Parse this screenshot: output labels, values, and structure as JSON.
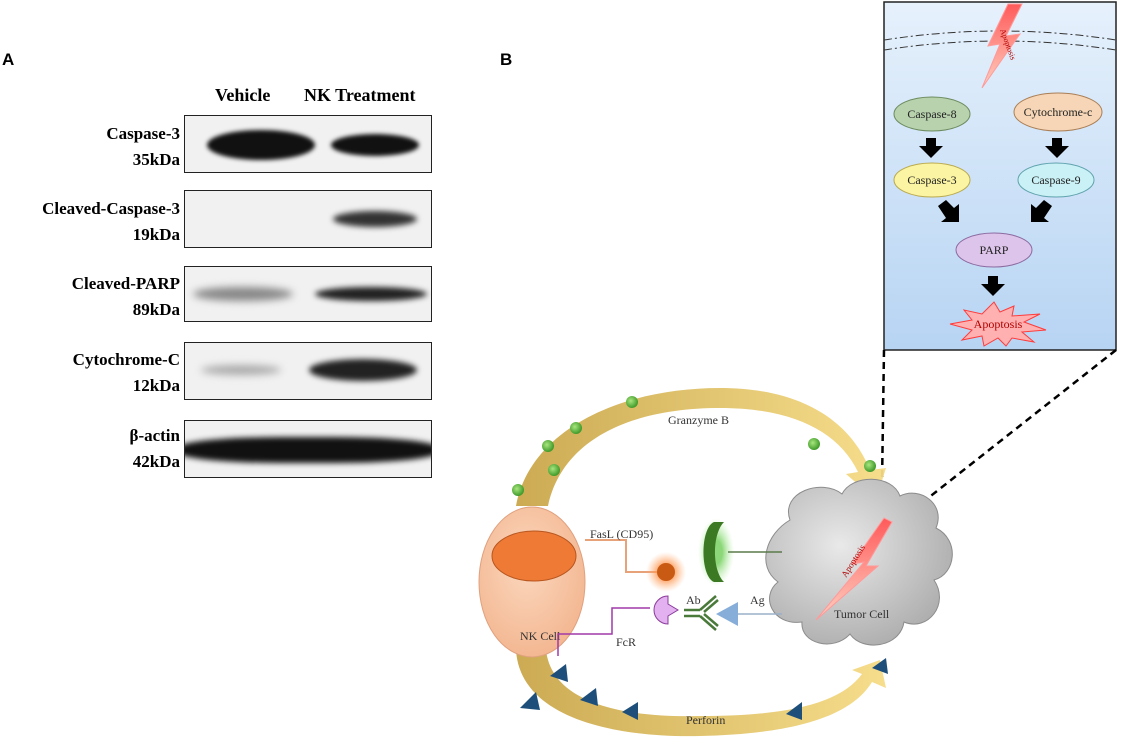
{
  "panel_a": {
    "letter": "A",
    "lanes": [
      "Vehicle",
      "NK Treatment"
    ],
    "blots": [
      {
        "name": "Caspase-3",
        "size": "35kDa"
      },
      {
        "name": "Cleaved-Caspase-3",
        "size": "19kDa"
      },
      {
        "name": "Cleaved-PARP",
        "size": "89kDa"
      },
      {
        "name": "Cytochrome-C",
        "size": "12kDa"
      },
      {
        "name": "β-actin",
        "size": "42kDa"
      }
    ]
  },
  "panel_b": {
    "letter": "B",
    "inset": {
      "top_bolt": "Apoptosis",
      "caspase8": "Caspase-8",
      "cytochrome": "Cytochrome-c",
      "caspase3": "Caspase-3",
      "caspase9": "Caspase-9",
      "parp": "PARP",
      "apoptosis": "Apoptosis"
    },
    "granzyme": "Granzyme B",
    "perforin": "Perforin",
    "nk_cell": "NK Cell",
    "tumor_cell": "Tumor Cell",
    "tumor_bolt": "Apoptosis",
    "fasl": "FasL (CD95)",
    "fcr": "FcR",
    "ab": "Ab",
    "ag": "Ag"
  },
  "colors": {
    "inset_bg": "#cfe3f8",
    "nk_cell": "#f7c6a6",
    "nucleus": "#ee7a36",
    "tumor": "#c9c9c9",
    "arrow": "#e8c766",
    "granule": "#6cc24a",
    "perforin": "#1e4f7a"
  }
}
